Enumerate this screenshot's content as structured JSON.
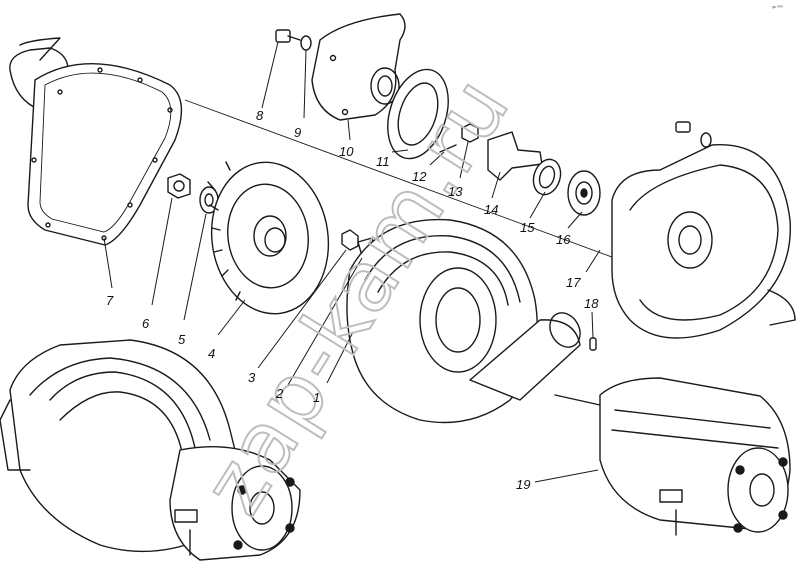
{
  "figure": {
    "labels": [
      "1",
      "2",
      "3",
      "4",
      "5",
      "6",
      "7",
      "8",
      "9",
      "10",
      "11",
      "12",
      "13",
      "14",
      "15",
      "16",
      "17",
      "18",
      "19"
    ],
    "watermark": "zap-kam.ru",
    "corner_mark": "ᵍᵉ ⁰⁰⁰"
  },
  "colors": {
    "ink": "#1a1a1a",
    "paper": "#ffffff",
    "watermark": "#bdbdbd"
  }
}
